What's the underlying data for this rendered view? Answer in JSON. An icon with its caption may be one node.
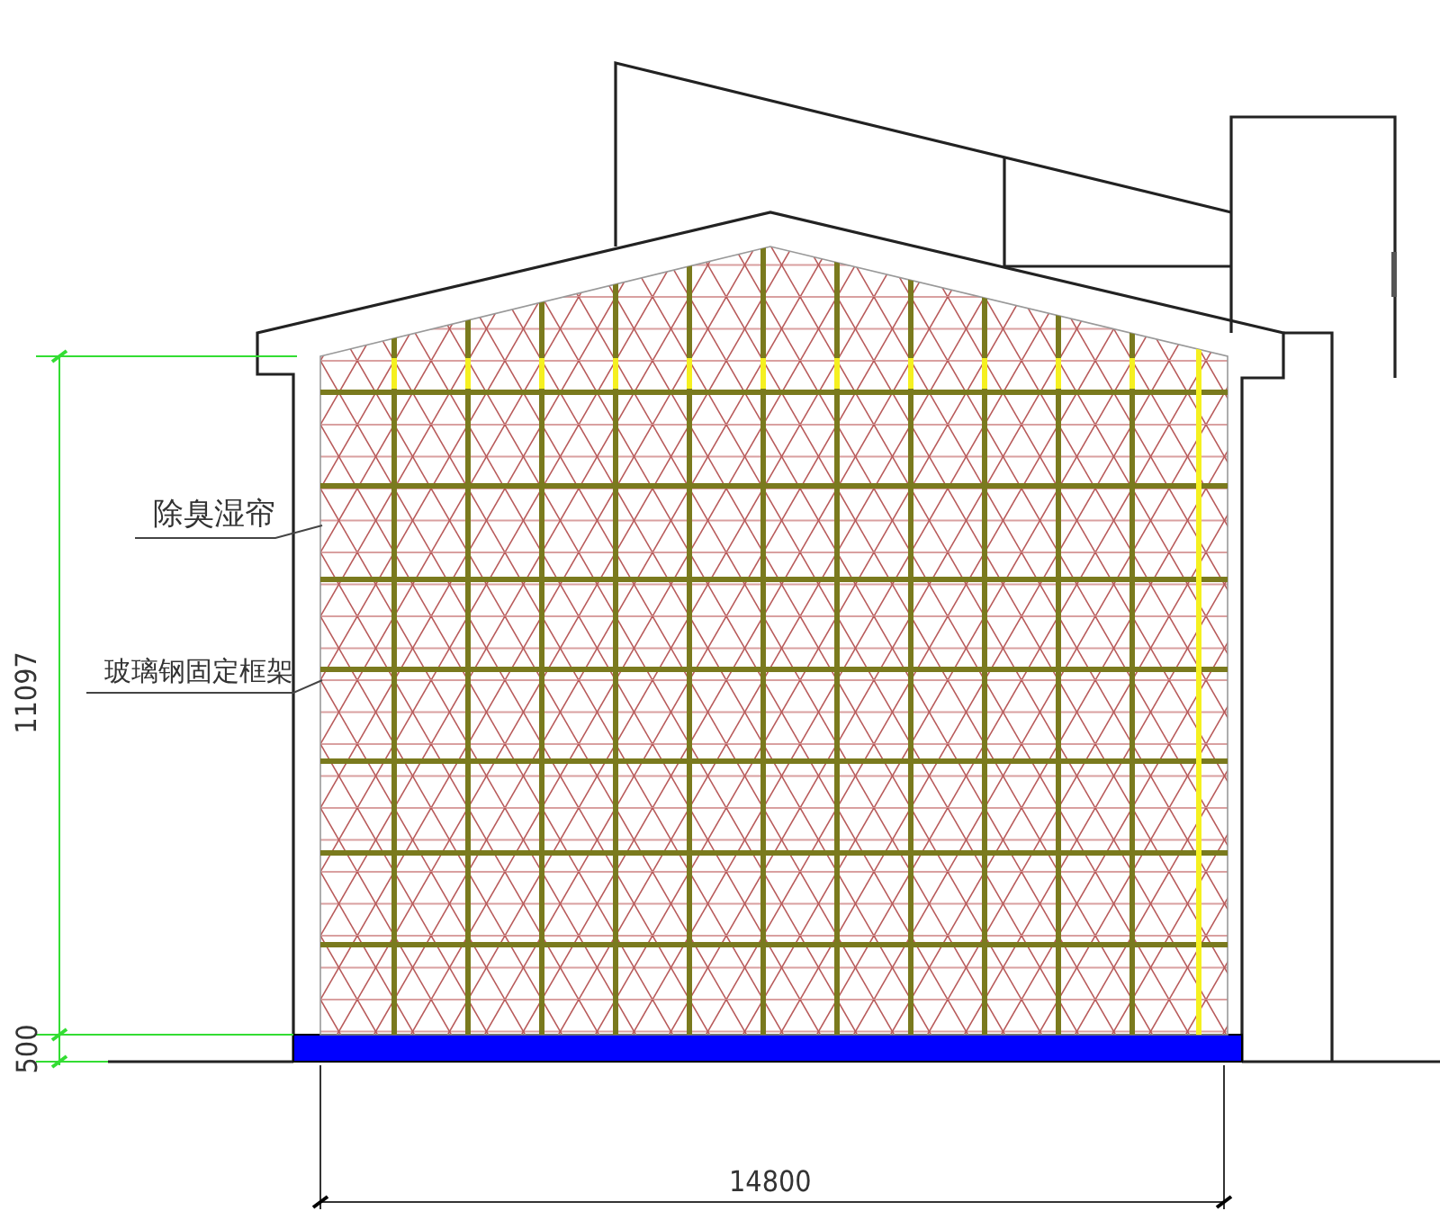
{
  "diagram": {
    "nodes": [
      {
        "text": [
          "除臭湿帘"
        ]
      },
      {
        "text": [],
        "shape": "picture"
      },
      {
        "text": [
          "玻璃钢固定框架"
        ]
      },
      {
        "text": [],
        "shape": "picture"
      }
    ],
    "edges": [
      {
        "from": 0,
        "to": 1,
        "arrow": "none"
      },
      {
        "from": 2,
        "to": 3,
        "arrow": "none"
      }
    ],
    "labels": [
      "11097",
      "500",
      "14800"
    ]
  }
}
